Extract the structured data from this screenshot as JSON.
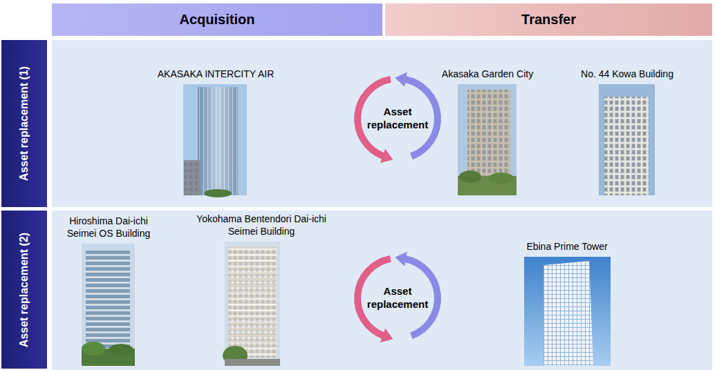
{
  "diagram": {
    "nodes": [
      {
        "text": [
          "Acquisition"
        ]
      },
      {
        "text": [
          "Transfer"
        ]
      },
      {
        "text": [
          "Asset replacement (1)"
        ]
      },
      {
        "text": [
          "AKASAKA INTERCITY AIR"
        ]
      },
      {
        "text": [
          "Asset replacement"
        ]
      },
      {
        "text": [
          "Akasaka Garden City"
        ]
      },
      {
        "text": [
          "No. 44 Kowa Building"
        ]
      },
      {
        "text": [
          "Asset replacement (2)"
        ]
      },
      {
        "text": [
          "Hiroshima Dai-ichi Seimei OS Building"
        ]
      },
      {
        "text": [
          "Yokohama Bentendori Dai-ichi Seimei Building"
        ]
      },
      {
        "text": [
          "Asset replacement"
        ]
      },
      {
        "text": [
          "Ebina Prime Tower"
        ]
      }
    ]
  }
}
